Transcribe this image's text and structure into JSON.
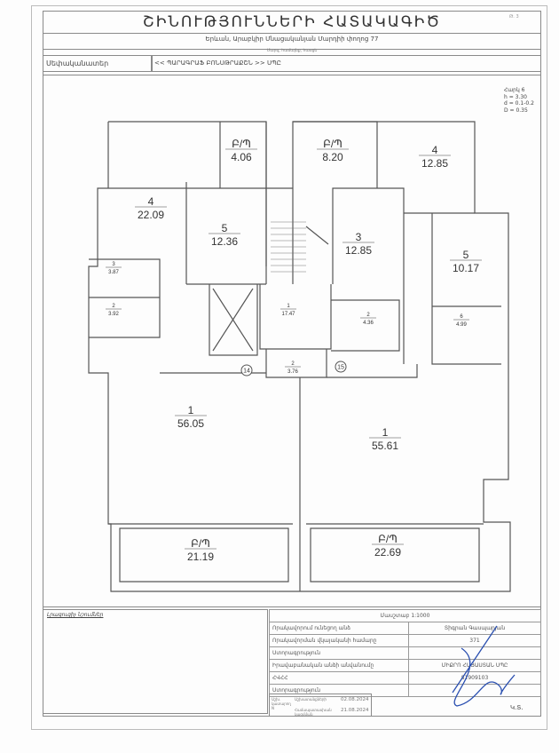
{
  "header": {
    "title": "ՇԻՆՈՒԹՅՈՒՆՆԵՐԻ ՀԱՏԱԿԱԳԻԾ",
    "corner_note": "Թ. 3",
    "address": "Երևան, Արաբկիր Մնացականյան Մարդիի փողոց 77",
    "subline": "Մարզ, համայնք, հասցե",
    "owner_label": "Սեփականատեր",
    "owner_value": "<< ՊԱՐԱԳՐԱՖ ԲՈՆՍԹՐԱՔՇՆ >> ՍՊԸ"
  },
  "floor_info": {
    "floor": "Հարկ 6",
    "h": "h = 3.30",
    "d": "d = 0.1-0.2",
    "D": "D = 0.35"
  },
  "rooms": [
    {
      "num": "Բ/Պ",
      "area": "4.06"
    },
    {
      "num": "Բ/Պ",
      "area": "8.20"
    },
    {
      "num": "4",
      "area": "12.85"
    },
    {
      "num": "4",
      "area": "22.09"
    },
    {
      "num": "5",
      "area": "12.36"
    },
    {
      "num": "3",
      "area": "12.85"
    },
    {
      "num": "5",
      "area": "10.17"
    },
    {
      "num": "3",
      "area": "3.87"
    },
    {
      "num": "2",
      "area": "3.92"
    },
    {
      "num": "1",
      "area": "17.47"
    },
    {
      "num": "2",
      "area": "4.36"
    },
    {
      "num": "6",
      "area": "4.99"
    },
    {
      "num": "2",
      "area": "3.76"
    },
    {
      "num": "1",
      "area": "56.05"
    },
    {
      "num": "1",
      "area": "55.61"
    },
    {
      "num": "Բ/Պ",
      "area": "21.19"
    },
    {
      "num": "Բ/Պ",
      "area": "22.69"
    }
  ],
  "axis_markers": [
    "14",
    "15"
  ],
  "footer": {
    "notes_label": "Լրացուցիչ նշումներ",
    "scale": "Մասշտաբ 1:1000",
    "rows": [
      {
        "label": "Որակավորում ունեցող անձ",
        "value": "Տիգրան Գասպարյան"
      },
      {
        "label": "Որակավորման վկայականի համարը",
        "value": "371"
      },
      {
        "label": "Ստորագրություն",
        "value": ""
      },
      {
        "label": "Իրավաբանական անձի անվանումը",
        "value": "ՄԻՔՐՈ ՀԱՅԱՍՏԱՆ ՍՊԸ"
      },
      {
        "label": "ՀՎՀՀ",
        "value": "81909103"
      },
      {
        "label": "Ստորագրություն",
        "value": ""
      }
    ],
    "date_block": {
      "col1": "Աշխ. կատարող N",
      "prepared_label": "Աշխատանքների",
      "prepared_date": "02.08.2024",
      "issued_label": "Համապատասխան կազմման",
      "issued_date": "21.08.2024"
    },
    "stamp": "Կ.Տ."
  }
}
